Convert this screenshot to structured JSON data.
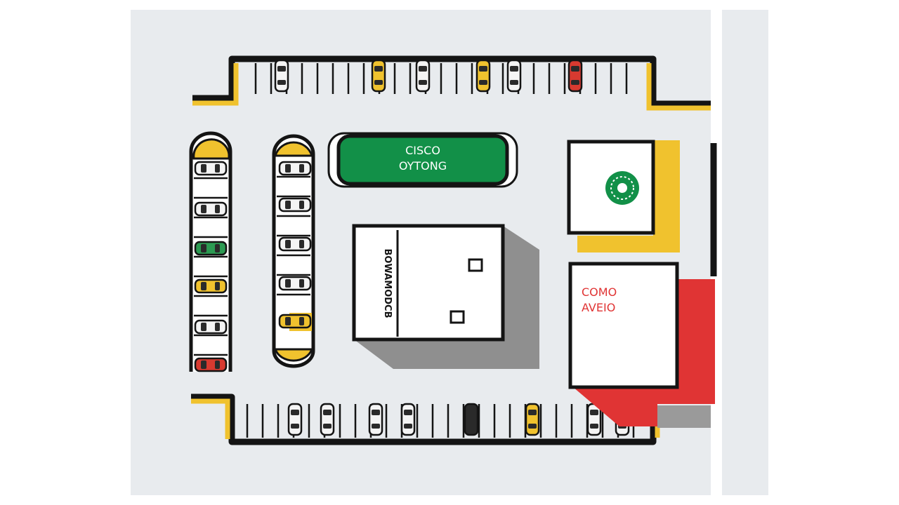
{
  "map": {
    "colors": {
      "ground": "#e8ebee",
      "outline": "#141414",
      "yellow_curb": "#f0c22e",
      "green_sign": "#129048",
      "red_accent": "#e03434",
      "shadow": "#8f8f8f",
      "white": "#ffffff"
    },
    "signs": [
      {
        "id": "green",
        "line1": "CISCO",
        "line2": "OYTONG"
      },
      {
        "id": "red",
        "line1": "COMO",
        "line2": "AVEIO"
      }
    ],
    "buildings": [
      {
        "id": "center-building",
        "label": "BOWAMODCB"
      },
      {
        "id": "logo-building",
        "icon": "green-circular-logo-icon"
      },
      {
        "id": "red-store",
        "icon": "store-icon"
      }
    ],
    "cars": {
      "top_row": [
        "white",
        "yellow",
        "white",
        "yellow",
        "white",
        "red"
      ],
      "bottom_row": [
        "white",
        "white",
        "white",
        "white",
        "black",
        "yellow",
        "white",
        "white"
      ],
      "left_column": [
        "white",
        "white",
        "green",
        "yellow",
        "white",
        "red"
      ],
      "inner_column": [
        "white",
        "white",
        "white",
        "white",
        "yellow"
      ]
    }
  }
}
